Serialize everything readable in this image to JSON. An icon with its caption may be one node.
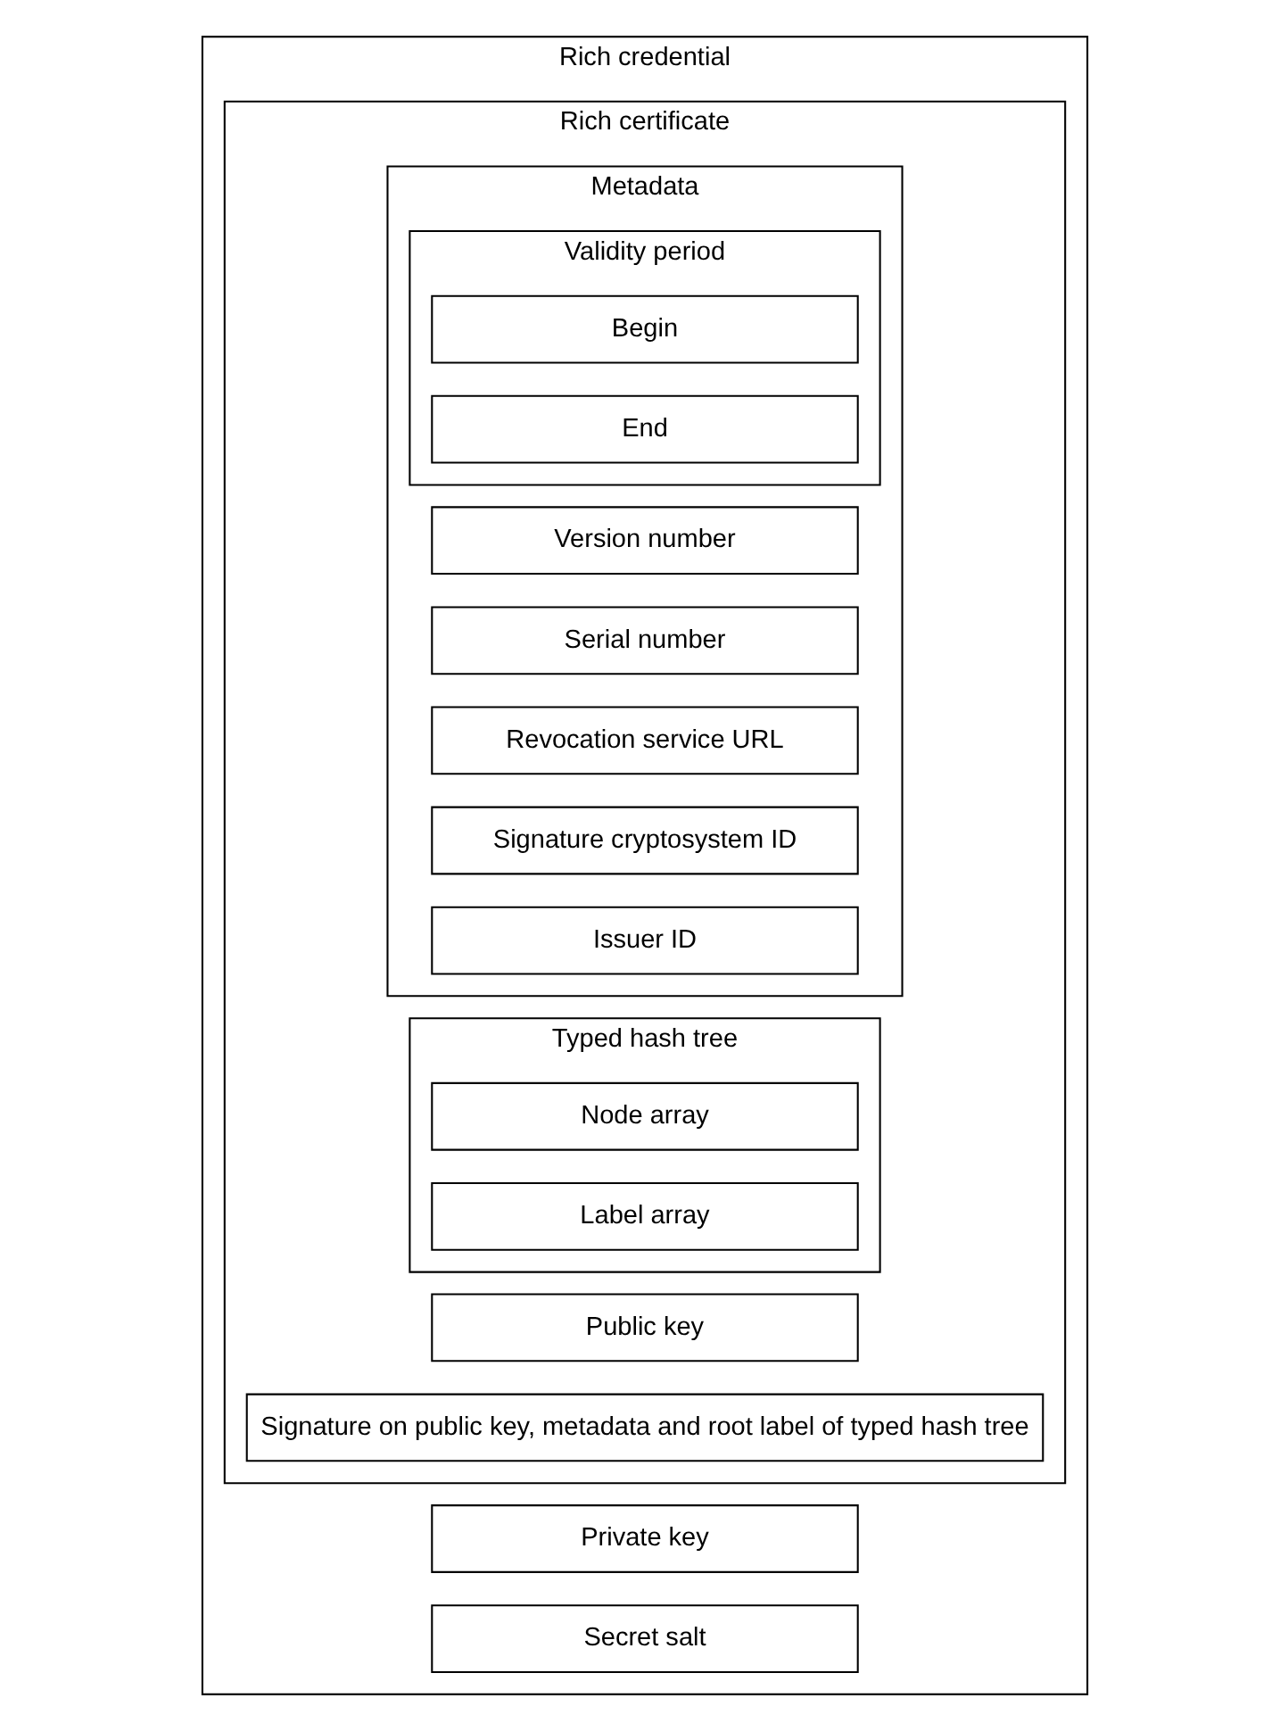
{
  "diagram": {
    "nodes": [
      {
        "text": [
          "Rich credential"
        ]
      },
      {
        "text": [
          "Private key"
        ],
        "in": 0
      },
      {
        "text": [
          "Secret salt"
        ],
        "in": 0
      },
      {
        "text": [
          "Rich certificate"
        ],
        "in": 0
      },
      {
        "text": [
          "Public key"
        ],
        "in": 3
      },
      {
        "text": [
          "Metadata"
        ],
        "in": 3
      },
      {
        "text": [
          "Version number"
        ],
        "in": 5
      },
      {
        "text": [
          "Validity period"
        ],
        "in": 5
      },
      {
        "text": [
          "Begin"
        ],
        "in": 7
      },
      {
        "text": [
          "End"
        ],
        "in": 7
      },
      {
        "text": [
          "Serial number"
        ],
        "in": 5
      },
      {
        "text": [
          "Revocation service URL"
        ],
        "in": 5
      },
      {
        "text": [
          "Signature cryptosystem ID"
        ],
        "in": 5
      },
      {
        "text": [
          "Issuer ID"
        ],
        "in": 5
      },
      {
        "text": [
          "Typed hash tree"
        ],
        "in": 3
      },
      {
        "text": [
          "Node array"
        ],
        "in": 14
      },
      {
        "text": [
          "Label array"
        ],
        "in": 14
      },
      {
        "text": [
          "Signature on public key, metadata and root label of typed hash tree"
        ],
        "in": 3
      }
    ]
  }
}
